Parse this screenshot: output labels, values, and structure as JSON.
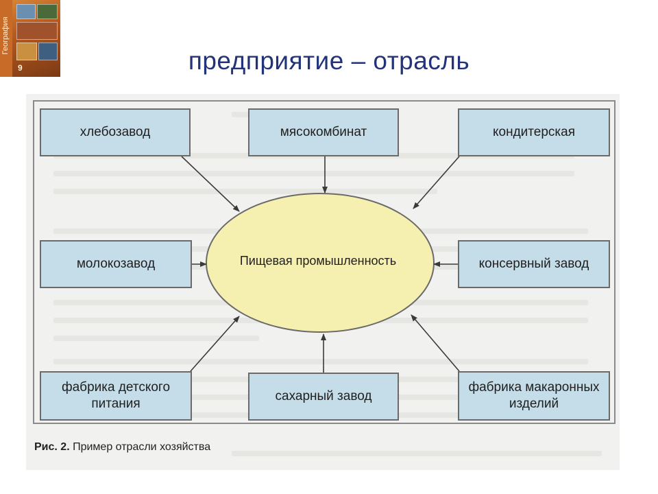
{
  "book": {
    "spine_text": "География",
    "grade": "9"
  },
  "title": "предприятие – отрасль",
  "diagram": {
    "center": "Пищевая промышленность",
    "nodes": [
      {
        "id": "hlebozavod",
        "label": "хлебозавод"
      },
      {
        "id": "myasokombinat",
        "label": "мясокомбинат"
      },
      {
        "id": "konditerskaya",
        "label": "кондитерская"
      },
      {
        "id": "molokozavod",
        "label": "молокозавод"
      },
      {
        "id": "konservnyy",
        "label": "консервный завод"
      },
      {
        "id": "detskoe",
        "label": "фабрика детского питания"
      },
      {
        "id": "sakharnyy",
        "label": "сахарный завод"
      },
      {
        "id": "makaronnye",
        "label": "фабрика макаронных изделий"
      }
    ]
  },
  "caption": {
    "number": "Рис. 2.",
    "text": "Пример отрасли хозяйства"
  },
  "colors": {
    "title": "#23337a",
    "box_fill": "#c5dde8",
    "ellipse_fill": "#f6f0b0",
    "border": "#6a6a6a"
  }
}
